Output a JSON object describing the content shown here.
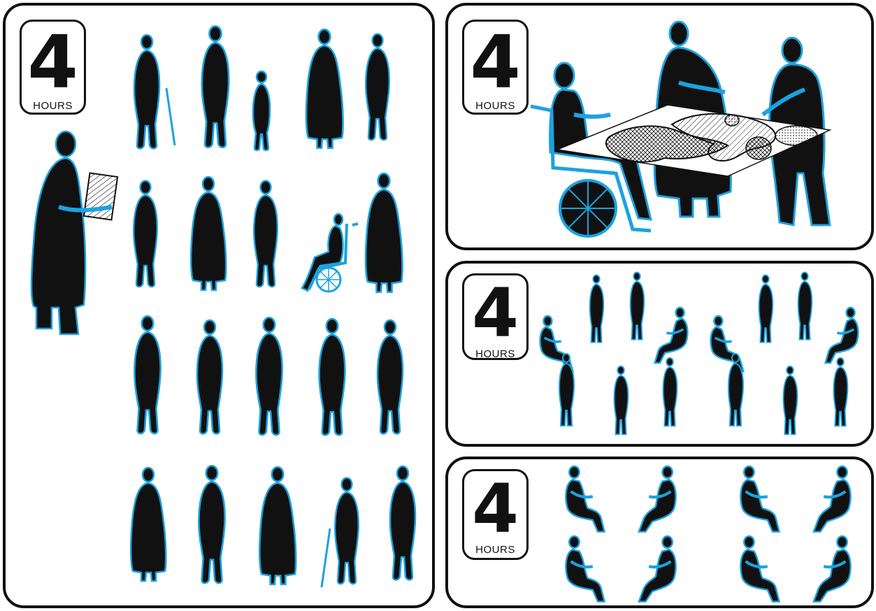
{
  "panels": [
    {
      "duration": "4",
      "unit": "HOURS"
    },
    {
      "duration": "4",
      "unit": "HOURS"
    },
    {
      "duration": "4",
      "unit": "HOURS"
    },
    {
      "duration": "4",
      "unit": "HOURS"
    }
  ],
  "colors": {
    "figure": "#111111",
    "outline": "#1aa3e0",
    "border": "#111111"
  }
}
